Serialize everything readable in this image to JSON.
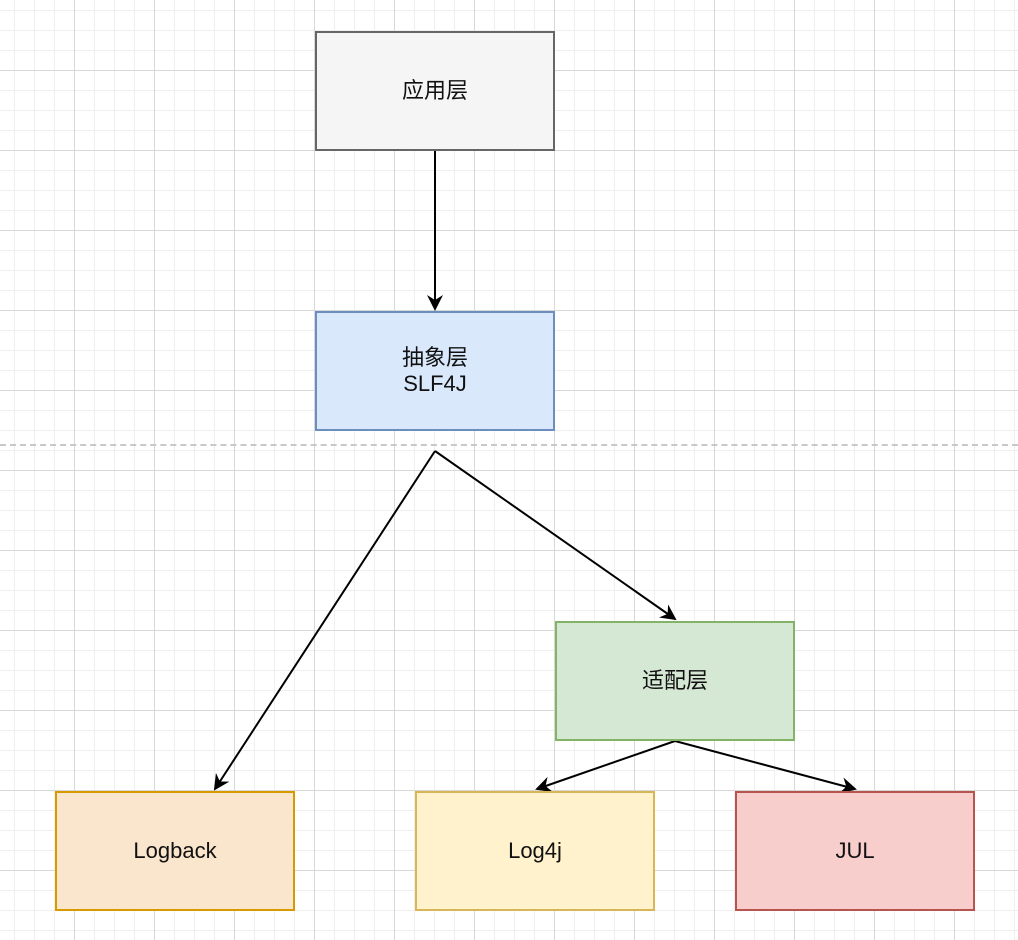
{
  "diagram": {
    "nodes": [
      {
        "id": "app",
        "lines": [
          "应用层"
        ],
        "fill": "#f5f5f5",
        "stroke": "#666666"
      },
      {
        "id": "abs",
        "lines": [
          "抽象层",
          "SLF4J"
        ],
        "fill": "#dae8fc",
        "stroke": "#6c8ebf"
      },
      {
        "id": "adapt",
        "lines": [
          "适配层"
        ],
        "fill": "#d5e8d4",
        "stroke": "#82b366"
      },
      {
        "id": "logback",
        "lines": [
          "Logback"
        ],
        "fill": "#fae5cd",
        "stroke": "#d79b00"
      },
      {
        "id": "log4j",
        "lines": [
          "Log4j"
        ],
        "fill": "#fff2cc",
        "stroke": "#d6b656"
      },
      {
        "id": "jul",
        "lines": [
          "JUL"
        ],
        "fill": "#f8cecc",
        "stroke": "#b85450"
      }
    ],
    "edges": [
      {
        "from": "app",
        "to": "abs"
      },
      {
        "from": "abs",
        "to": "logback"
      },
      {
        "from": "abs",
        "to": "adapt"
      },
      {
        "from": "adapt",
        "to": "log4j"
      },
      {
        "from": "adapt",
        "to": "jul"
      }
    ],
    "edge_color": "#000000",
    "divider_style": "dashed"
  }
}
